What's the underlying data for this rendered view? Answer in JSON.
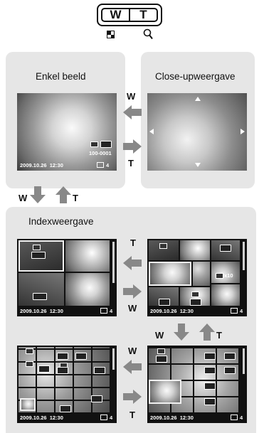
{
  "lever": {
    "wide_label": "W",
    "tele_label": "T",
    "wide_icon": "index-grid-icon",
    "tele_icon": "magnifier-icon"
  },
  "single": {
    "title": "Enkel beeld",
    "file_no": "100-0001",
    "date": "2009.10.26",
    "time": "12:30",
    "count": "4"
  },
  "closeup": {
    "title": "Close-upweergave"
  },
  "index": {
    "title": "Indexweergave",
    "screen1": {
      "date": "2009.10.26",
      "time": "12:30",
      "count": "4"
    },
    "screen2": {
      "date": "2009.10.26",
      "time": "12:30",
      "count": "4",
      "print_qty": "x10"
    },
    "screen3": {
      "date": "2009.10.26",
      "time": "12:30",
      "count": "4"
    },
    "screen4": {
      "date": "2009.10.26",
      "time": "12:30",
      "count": "4"
    }
  },
  "labels": {
    "w1": "W",
    "t1": "T",
    "w2": "W",
    "t2": "T",
    "t3": "T",
    "w3": "W",
    "w4": "W",
    "t4": "T",
    "w5": "W",
    "t5": "T"
  },
  "colors": {
    "panel": "#e6e6e6",
    "arrow": "#888888",
    "screen": "#111111"
  }
}
